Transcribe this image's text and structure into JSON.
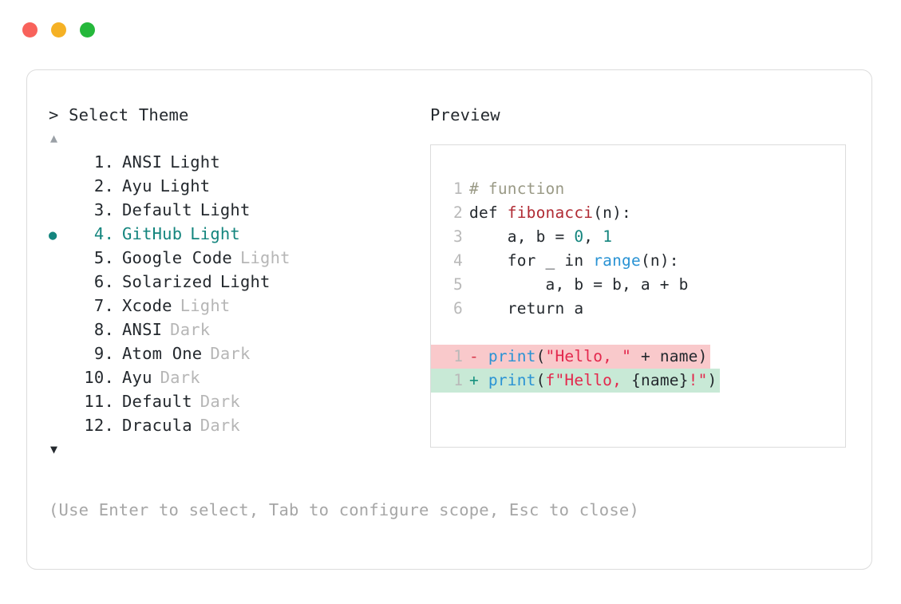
{
  "window": {
    "traffic_lights": [
      {
        "name": "close",
        "color": "#f8625b"
      },
      {
        "name": "minimize",
        "color": "#f5b125"
      },
      {
        "name": "maximize",
        "color": "#25b83b"
      }
    ]
  },
  "picker": {
    "prompt": "> Select Theme",
    "scroll_up_icon": "▲",
    "scroll_down_icon": "▼",
    "selected_index": 4,
    "selected_bullet": "●",
    "items": [
      {
        "index": " 1.",
        "name": "ANSI",
        "variant": "Light",
        "variant_dim": false,
        "selected": false,
        "bullet": " "
      },
      {
        "index": " 2.",
        "name": "Ayu",
        "variant": "Light",
        "variant_dim": false,
        "selected": false,
        "bullet": " "
      },
      {
        "index": " 3.",
        "name": "Default",
        "variant": "Light",
        "variant_dim": false,
        "selected": false,
        "bullet": " "
      },
      {
        "index": " 4.",
        "name": "GitHub",
        "variant": "Light",
        "variant_dim": false,
        "selected": true,
        "bullet": "●"
      },
      {
        "index": " 5.",
        "name": "Google Code",
        "variant": "Light",
        "variant_dim": true,
        "selected": false,
        "bullet": " "
      },
      {
        "index": " 6.",
        "name": "Solarized",
        "variant": "Light",
        "variant_dim": false,
        "selected": false,
        "bullet": " "
      },
      {
        "index": " 7.",
        "name": "Xcode",
        "variant": "Light",
        "variant_dim": true,
        "selected": false,
        "bullet": " "
      },
      {
        "index": " 8.",
        "name": "ANSI",
        "variant": "Dark",
        "variant_dim": true,
        "selected": false,
        "bullet": " "
      },
      {
        "index": " 9.",
        "name": "Atom One",
        "variant": "Dark",
        "variant_dim": true,
        "selected": false,
        "bullet": " "
      },
      {
        "index": "10.",
        "name": "Ayu",
        "variant": "Dark",
        "variant_dim": true,
        "selected": false,
        "bullet": " "
      },
      {
        "index": "11.",
        "name": "Default",
        "variant": "Dark",
        "variant_dim": true,
        "selected": false,
        "bullet": " "
      },
      {
        "index": "12.",
        "name": "Dracula",
        "variant": "Dark",
        "variant_dim": true,
        "selected": false,
        "bullet": " "
      }
    ]
  },
  "hint": "(Use Enter to select, Tab to configure scope, Esc to close)",
  "preview": {
    "title": "Preview",
    "code_lines": [
      {
        "number": "1",
        "tokens": [
          {
            "text": "# function",
            "type": "comment"
          }
        ]
      },
      {
        "number": "2",
        "tokens": [
          {
            "text": "def ",
            "type": "keyword"
          },
          {
            "text": "fibonacci",
            "type": "func-def"
          },
          {
            "text": "(n):",
            "type": "plain"
          }
        ]
      },
      {
        "number": "3",
        "tokens": [
          {
            "text": "    a, b = ",
            "type": "plain"
          },
          {
            "text": "0",
            "type": "number"
          },
          {
            "text": ", ",
            "type": "plain"
          },
          {
            "text": "1",
            "type": "number"
          }
        ]
      },
      {
        "number": "4",
        "tokens": [
          {
            "text": "    for _ in ",
            "type": "plain"
          },
          {
            "text": "range",
            "type": "builtin"
          },
          {
            "text": "(n):",
            "type": "plain"
          }
        ]
      },
      {
        "number": "5",
        "tokens": [
          {
            "text": "        a, b = b, a + b",
            "type": "plain"
          }
        ]
      },
      {
        "number": "6",
        "tokens": [
          {
            "text": "    return a",
            "type": "plain"
          }
        ]
      }
    ],
    "diff_lines": [
      {
        "number": "1",
        "kind": "removed",
        "marker": "-",
        "tokens": [
          {
            "text": "- ",
            "type": "minus"
          },
          {
            "text": "print",
            "type": "builtin"
          },
          {
            "text": "(",
            "type": "plain"
          },
          {
            "text": "\"Hello, \"",
            "type": "string"
          },
          {
            "text": " + name)",
            "type": "plain"
          }
        ]
      },
      {
        "number": "1",
        "kind": "added",
        "marker": "+",
        "tokens": [
          {
            "text": "+ ",
            "type": "plus"
          },
          {
            "text": "print",
            "type": "builtin"
          },
          {
            "text": "(",
            "type": "plain"
          },
          {
            "text": "f\"Hello, ",
            "type": "string"
          },
          {
            "text": "{name}",
            "type": "plain"
          },
          {
            "text": "!\"",
            "type": "string"
          },
          {
            "text": ")",
            "type": "plain"
          }
        ]
      }
    ]
  },
  "colors": {
    "accent_teal": "#14857e",
    "diff_removed_bg": "#f9c9cb",
    "diff_added_bg": "#c8e9d6",
    "border": "#dcdcdc",
    "text": "#24292e",
    "muted": "#a6a6a6"
  }
}
